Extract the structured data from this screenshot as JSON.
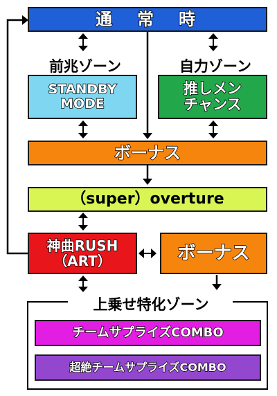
{
  "nodes": {
    "normal": {
      "label": "通　常　時",
      "fill": "#1f5fd8"
    },
    "zencho": {
      "title": "前兆ゾーン",
      "body_lines": [
        "STANDBY",
        "MODE"
      ],
      "fill": "#7fd6f0"
    },
    "jiriki": {
      "title": "自力ゾーン",
      "body_lines": [
        "推しメン",
        "チャンス"
      ],
      "fill": "#22a84a"
    },
    "bonus_top": {
      "label": "ボーナス",
      "fill": "#f5850c"
    },
    "overture": {
      "label": "（super）overture",
      "fill": "#d9f553"
    },
    "rush": {
      "lines": [
        "神曲RUSH",
        "（ART）"
      ],
      "fill": "#e8151a"
    },
    "bonus_side": {
      "label": "ボーナス",
      "fill": "#f5850c"
    },
    "zone_group": {
      "title": "上乗せ特化ゾーン"
    },
    "combo": {
      "label": "チームサプライズCOMBO",
      "fill": "#e31ee3"
    },
    "super_combo": {
      "label": "超絶チームサプライズCOMBO",
      "fill": "#9347cf"
    }
  }
}
